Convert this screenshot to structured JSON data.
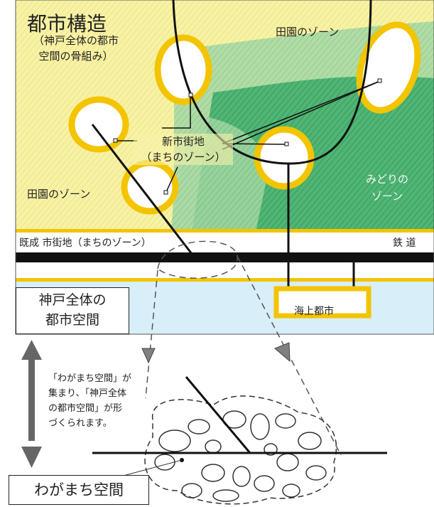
{
  "map": {
    "title": "都市構造",
    "subtitle_line1": "（神戸全体の都市",
    "subtitle_line2": "空間の骨組み）",
    "rural_zone_top": "田園のゾーン",
    "rural_zone_left": "田園のゾーン",
    "new_urban_line1": "新市街地",
    "new_urban_line2": "（まちのゾーン）",
    "green_zone_line1": "みどりの",
    "green_zone_line2": "ゾーン",
    "existing_urban": "既成 市街地（まちのゾーン）",
    "railway": "鉄 道",
    "offshore_city": "海上都市",
    "kobe_space_line1": "神戸全体の",
    "kobe_space_line2": "都市空間"
  },
  "lower": {
    "note_lines": [
      "「わがまち空間」が",
      "集まり、「神戸全体",
      "の都市空間」が形",
      "づくられます。"
    ],
    "wagamachi_label": "わがまち空間"
  },
  "colors": {
    "yellow_field": "#f6f0a0",
    "green_field": "#3fae6a",
    "ring_yellow": "#f3c400",
    "sea_blue": "#d8eef8",
    "arrow_gray": "#808080"
  }
}
